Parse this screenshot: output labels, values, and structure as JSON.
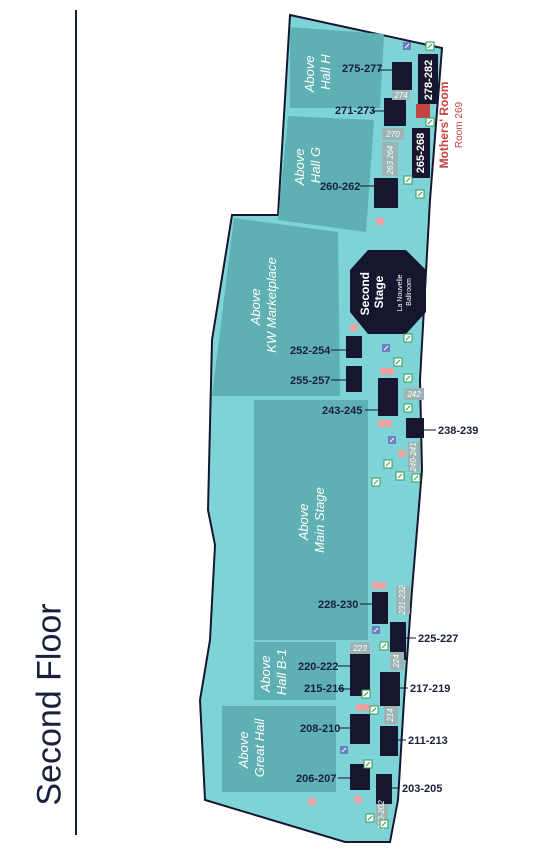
{
  "floor_title": "Second Floor",
  "colors": {
    "floor": "#7dd3d6",
    "floor_stroke": "#16162e",
    "area": "#5fb0b2",
    "room_block": "#16162e",
    "tag_gray": "#9db4b5",
    "mothers_room": "#c1443f",
    "stage": "#16162e"
  },
  "areas": {
    "hall_h": [
      "Above",
      "Hall H"
    ],
    "hall_g": [
      "Above",
      "Hall G"
    ],
    "kw_marketplace": [
      "Above",
      "KW Marketplace"
    ],
    "main_stage": [
      "Above",
      "Main Stage"
    ],
    "hall_b1": [
      "Above",
      "Hall B-1"
    ],
    "great_hall": [
      "Above",
      "Great Hall"
    ]
  },
  "stage": {
    "title": "Second",
    "title2": "Stage",
    "sub": "La Nouvelle",
    "sub2": "Ballroom"
  },
  "mothers_room": {
    "title": "Mothers' Room",
    "sub": "Room 269"
  },
  "rooms": {
    "r275": "275-277",
    "r278": "278-282",
    "r271": "271-273",
    "r265": "265-268",
    "r260": "260-262",
    "r252": "252-254",
    "r255": "255-257",
    "r243": "243-245",
    "r238": "238-239",
    "r228": "228-230",
    "r225": "225-227",
    "r220": "220-222",
    "r215": "215-216",
    "r217": "217-219",
    "r208": "208-210",
    "r211": "211-213",
    "r206": "206-207",
    "r203": "203-205"
  },
  "small_tags": {
    "t274": "274",
    "t270": "270",
    "t263": "263 264",
    "t242": "242",
    "t240": "240-241",
    "t223": "223",
    "t224": "224",
    "t214": "214",
    "t231": "231-232",
    "t200": "200-202"
  },
  "icons": [
    "restroom-icon",
    "elevator-icon",
    "exit-icon"
  ]
}
